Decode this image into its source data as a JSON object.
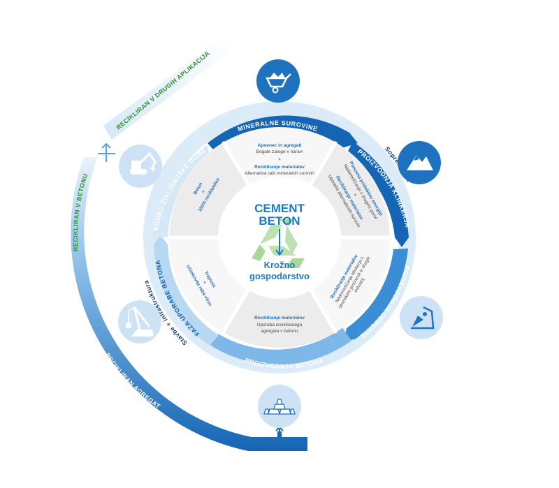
{
  "colors": {
    "dark_blue": "#1565b4",
    "mid_blue": "#3b9ad9",
    "light_blue": "#9fcaec",
    "pale_blue": "#c9e1f4",
    "green": "#2e8f2e",
    "segment_grey": "#ebebeb",
    "segment_light": "#f6f6f6",
    "icon_circle_dark": "#1f72c0",
    "icon_circle_light": "#cde3f5"
  },
  "outer_arcs": {
    "reused_label": "RECIKLIRAN V DRUGIH APLIKACIJAH",
    "recycled_concrete_label": "RECIKLIRAN V BETONU",
    "recycled_aggregate_label": "RECIKLIRAN AGREGAT"
  },
  "side_labels": {
    "preparation": "Sopredelava",
    "construction": "Stavbe + infrastruktura"
  },
  "ring_labels": {
    "raw_materials": "MINERALNE SUROVINE",
    "clinker": "PROIZVODNJA KLINKERJA",
    "cement": "PROIZVODNJA CEMENTA",
    "concrete": "PROIZVODNJA BETONA",
    "use_phase": "FAZA UPORABE BETONA",
    "end_of_life": "KONEC ŽIVLJENJSKE DOBE"
  },
  "segments": {
    "raw_materials": {
      "title1": "Apnenec in agregati",
      "body1": "Bogate zaloge v naravi",
      "plus": "+",
      "title2": "Recikliranje materialov",
      "body2": "Alternativa rabi mineralnih surovin"
    },
    "clinker": {
      "title1": "Ponovna pridobitev energije",
      "body1": "Nadomeščanje z drugimi gorivi",
      "plus": "+",
      "title2": "Recikliranje materialov",
      "body2": "Uporaba alternativnih surovin"
    },
    "cement": {
      "title1": "Recikliranje materialov",
      "body1": "Nadomeščanje klinkerja s stranskimi proizvodi iz drugih industrij"
    },
    "concrete": {
      "title1": "Recikliranje materialov",
      "body1": "Uporaba recikliranega agregata v betonu"
    },
    "use_phase": {
      "title1": "Trajnost",
      "plus": "+",
      "body1": "Učinkovita raba virov"
    },
    "end_of_life": {
      "title1": "Beton",
      "plus": "=",
      "body1": "100% reciklabilen"
    }
  },
  "center": {
    "line1": "CEMENT",
    "line2": "BETON",
    "line3": "Krožno",
    "line4": "gospodarstvo"
  },
  "icons": [
    "wheelbarrow-icon",
    "mountain-icon",
    "cement-mixing-icon",
    "gold-bars-stack-icon",
    "crane-icon",
    "excavator-icon"
  ]
}
